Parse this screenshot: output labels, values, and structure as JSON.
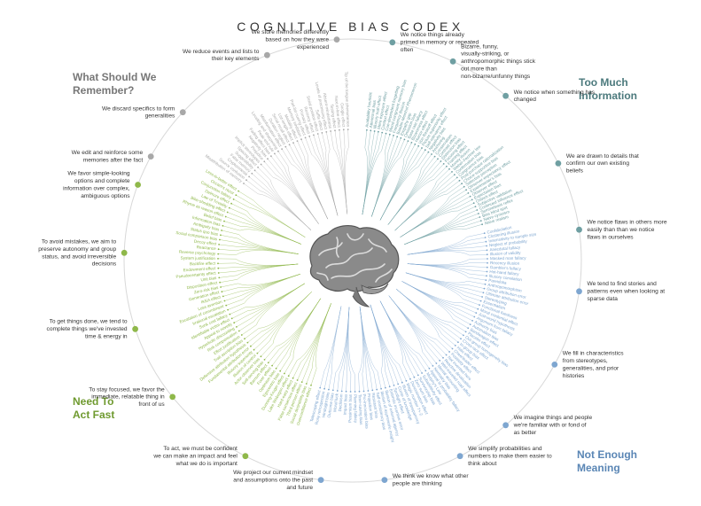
{
  "title": "COGNITIVE BIAS CODEX",
  "quadrants": {
    "memory": [
      "What Should We",
      "Remember?"
    ],
    "info": [
      "Too Much",
      "Information"
    ],
    "fast": [
      "Need To",
      "Act Fast"
    ],
    "meaning": [
      "Not Enough",
      "Meaning"
    ]
  },
  "colors": {
    "memory": "#a8a8a8",
    "info": "#6f9fa2",
    "fast": "#8fb84a",
    "meaning": "#7ea6d0",
    "ring": "#d8d8d8",
    "text": "#333333"
  },
  "categories": [
    {
      "group": "memory",
      "text": "We store memories differently based on how they were experienced"
    },
    {
      "group": "memory",
      "text": "We reduce events and lists to their key elements"
    },
    {
      "group": "memory",
      "text": "We discard specifics to form generalities"
    },
    {
      "group": "memory",
      "text": "We edit and reinforce some memories after the fact"
    },
    {
      "group": "info",
      "text": "We notice things already primed in memory or repeated often"
    },
    {
      "group": "info",
      "text": "Bizarre, funny, visually-striking, or anthropomorphic things stick out more than non-bizarre/unfunny things"
    },
    {
      "group": "info",
      "text": "We notice when something has changed"
    },
    {
      "group": "info",
      "text": "We are drawn to details that confirm our own existing beliefs"
    },
    {
      "group": "info",
      "text": "We notice flaws in others more easily than than we notice flaws in ourselves"
    },
    {
      "group": "meaning",
      "text": "We tend to find stories and patterns even when looking at sparse data"
    },
    {
      "group": "meaning",
      "text": "We fill in characteristics from stereotypes, generalities, and prior histories"
    },
    {
      "group": "meaning",
      "text": "We imagine things and people we're familiar with or fond of as better"
    },
    {
      "group": "meaning",
      "text": "We simplify probabilities and numbers to make them easier to think about"
    },
    {
      "group": "meaning",
      "text": "We think we know what other people are thinking"
    },
    {
      "group": "meaning",
      "text": "We project our current mindset and assumptions onto the past and future"
    },
    {
      "group": "fast",
      "text": "We favor simple-looking options and complete information over complex, ambiguous options"
    },
    {
      "group": "fast",
      "text": "To avoid mistakes, we aim to preserve autonomy and group status, and avoid irreversible decisions"
    },
    {
      "group": "fast",
      "text": "To get things done, we tend to complete things we've invested time & energy in"
    },
    {
      "group": "fast",
      "text": "To stay focused, we favor the immediate, relatable thing in front of us"
    },
    {
      "group": "fast",
      "text": "To act, we must be confident we can make an impact and feel what we do is important"
    }
  ],
  "biases": {
    "meaning": [
      "Confabulation",
      "Clustering illusion",
      "Insensitivity to sample size",
      "Neglect of probability",
      "Anecdotal fallacy",
      "Illusion of validity",
      "Masked man fallacy",
      "Recency illusion",
      "Gambler's fallacy",
      "Hot-hand fallacy",
      "Illusory correlation",
      "Pareidolia",
      "Anthropomorphism",
      "Group attribution error",
      "Ultimate attribution error",
      "Stereotyping",
      "Essentialism",
      "Functional fixedness",
      "Moral credential effect",
      "Just-world hypothesis",
      "Argument from fallacy",
      "Authority bias",
      "Automation bias",
      "Bandwagon effect",
      "Placebo effect",
      "Out-group homogeneity bias",
      "Cross-race effect",
      "In-group bias",
      "Halo effect",
      "Cheerleader effect",
      "Positivity effect",
      "Not invented here",
      "Reactive devaluation",
      "Well-traveled road effect",
      "Mental accounting",
      "Normalcy bias",
      "Appeal to probability fallacy",
      "Murphy's Law",
      "Subadditivity effect",
      "Survivorship bias",
      "Zero sum bias",
      "Denomination effect",
      "Magic number 7+-2",
      "Illusion of transparency",
      "Curse of knowledge",
      "Spotlight effect",
      "Extrinsic incentive error",
      "Illusion of external agency",
      "Illusion of asymmetric insight",
      "Self-consistency bias",
      "Resistant bias",
      "Projection bias",
      "Pro-innovation bias",
      "Time-saving bias",
      "Planning fallacy",
      "Pessimism bias",
      "Impact bias",
      "Declinism",
      "Moral luck",
      "Outcome bias",
      "Hindsight bias",
      "Rosy retrospection",
      "Telescoping effect"
    ],
    "fast": [
      "Overconfidence effect",
      "Social desirability bias",
      "Third-person effect",
      "False consensus effect",
      "Hard-easy effect",
      "Lake Wobegon effect",
      "Dunning-Kruger effect",
      "Egocentric bias",
      "Optimism bias",
      "Forer effect",
      "Barnum effect",
      "Self-serving bias",
      "Actor-observer bias",
      "Illusion of control",
      "Illusory superiority",
      "Fundamental attribution error",
      "Defensive attribution hypothesis",
      "Trait ascription bias",
      "Effort justification",
      "Risk compensation",
      "Hyperbolic discounting",
      "Appeal to novelty",
      "Identifiable victim effect",
      "Sunk cost fallacy",
      "Irrational escalation",
      "Escalation of commitment",
      "Loss aversion",
      "IKEA effect",
      "Generation effect",
      "Zero-risk bias",
      "Disposition effect",
      "Unit bias",
      "Pseudocertainty effect",
      "Endowment effect",
      "Backfire effect",
      "System justification",
      "Reverse psychology",
      "Reactance",
      "Decoy effect",
      "Social comparison bias",
      "Status quo bias",
      "Ambiguity bias",
      "Information bias",
      "Belief bias",
      "Rhyme as reason effect",
      "Bike-shedding effect",
      "Law of Triviality",
      "Delmore effect",
      "Conjunction fallacy",
      "Occam's razor",
      "Less-is-better effect"
    ],
    "memory": [
      "Misattribution of memory",
      "Source confusion",
      "Cryptomnesia",
      "False memory",
      "Suggestibility",
      "Spacing effect",
      "Implicit stereotypes",
      "Prejudice",
      "Negativity bias",
      "Fading affect bias",
      "Peak-end rule",
      "Leveling and sharpening",
      "Misinformation effect",
      "Duration neglect",
      "Serial recall effect",
      "List-length effect",
      "Modality effect",
      "Memory inhibition",
      "Part-list cueing effect",
      "Primacy effect",
      "Recency effect",
      "Serial position effect",
      "Suffix effect",
      "Levels of processing effect",
      "Absent-mindedness",
      "Testing effect",
      "Next-in-line effect",
      "Google effect",
      "Tip of the tongue phenomenon"
    ],
    "info": [
      "Availability heuristic",
      "Attentional bias",
      "Illusory truth effect",
      "Mere exposure effect",
      "Context effect",
      "Cue-dependent forgetting",
      "Mood-congruent memory bias",
      "Frequency illusion",
      "Baader-Meinhof Phenomenon",
      "Empathy gap",
      "Omission bias",
      "Base rate fallacy",
      "Bizarreness effect",
      "Humor effect",
      "Von Restorff effect",
      "Picture superiority effect",
      "Self-relevance effect",
      "Negativity bias",
      "Anchoring",
      "Conservatism",
      "Contrast effect",
      "Distinction bias",
      "Focusing effect",
      "Framing effect",
      "Money illusion",
      "Weber-Fechner law",
      "Confirmation bias",
      "Congruence bias",
      "Post-purchase rationalization",
      "Choice-supportive bias",
      "Selective perception",
      "Observer-expectancy effect",
      "Experimenter's bias",
      "Observer effect",
      "Expectation bias",
      "Ostrich effect",
      "Subjective validation",
      "Continued influence effect",
      "Semmelweis reflex",
      "Bias blind spot",
      "Naive cynicism",
      "Naive realism"
    ]
  }
}
